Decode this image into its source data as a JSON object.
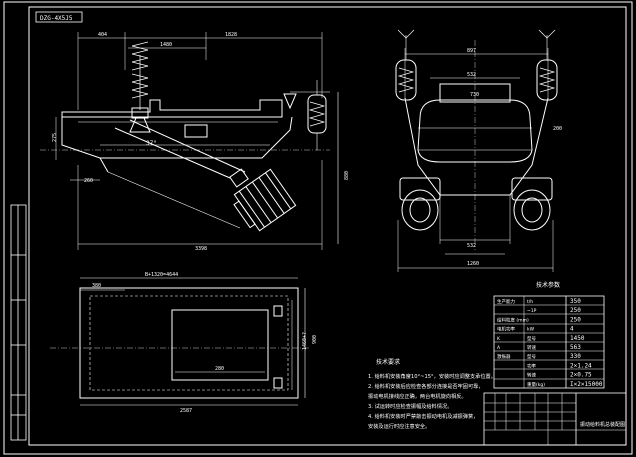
{
  "drawing": {
    "stamp": "DZG-4X5J5",
    "side_view": {
      "dims": {
        "top_left": "404",
        "top_mid": "1480",
        "top_right": "1828",
        "angle": "37°",
        "left_h1": "275",
        "left_low": "260",
        "total_len": "3398",
        "height": "880"
      }
    },
    "end_view": {
      "dims": {
        "top_w": "897",
        "inner_w": "532",
        "mid_w": "730",
        "small": "200",
        "base_w": "532",
        "bottom_w": "1260"
      }
    },
    "plan_view": {
      "dims": {
        "title": "B+1320=4644",
        "left_off": "380",
        "inner_w": "280",
        "bottom_w": "2587",
        "right_h": "1460+?",
        "right_h2": "900"
      }
    },
    "spec_table": {
      "title": "技术参数",
      "rows": [
        {
          "label": "生产能力",
          "unit": "t/h",
          "value": "350"
        },
        {
          "label": "",
          "unit": "~1P",
          "value": "250"
        },
        {
          "label": "给料粒度 (mm)",
          "unit": "",
          "value": "250"
        },
        {
          "label": "电机功率",
          "unit": "kW",
          "value": "4"
        },
        {
          "label": "K",
          "unit": "型号",
          "value": "1450"
        },
        {
          "label": "A",
          "unit": "转速",
          "value": "563"
        },
        {
          "label": "激振器",
          "unit": "型号",
          "value": "330"
        },
        {
          "label": "",
          "unit": "功率",
          "value": "2×1.24"
        },
        {
          "label": "",
          "unit": "转速",
          "value": "2×0.75"
        },
        {
          "label": "",
          "unit": "重量(kg)",
          "value": "I×2×15000"
        }
      ]
    },
    "notes": {
      "heading": "技术要求",
      "lines": [
        "1. 给料机安装角度10°~15°，安装时应调整支承位置。",
        "2. 给料机安装后应检查各部分连接是否牢固可靠，",
        "   振动电机接线应正确，两台电机旋向相反。",
        "3. 试运转时应检查振幅及给料情况。",
        "4. 给料机安装时严禁敲击振动电机及减振弹簧，",
        "   安装及运行时应注意安全。"
      ]
    },
    "title_block": {
      "name": "振动给料机总装配图"
    }
  }
}
